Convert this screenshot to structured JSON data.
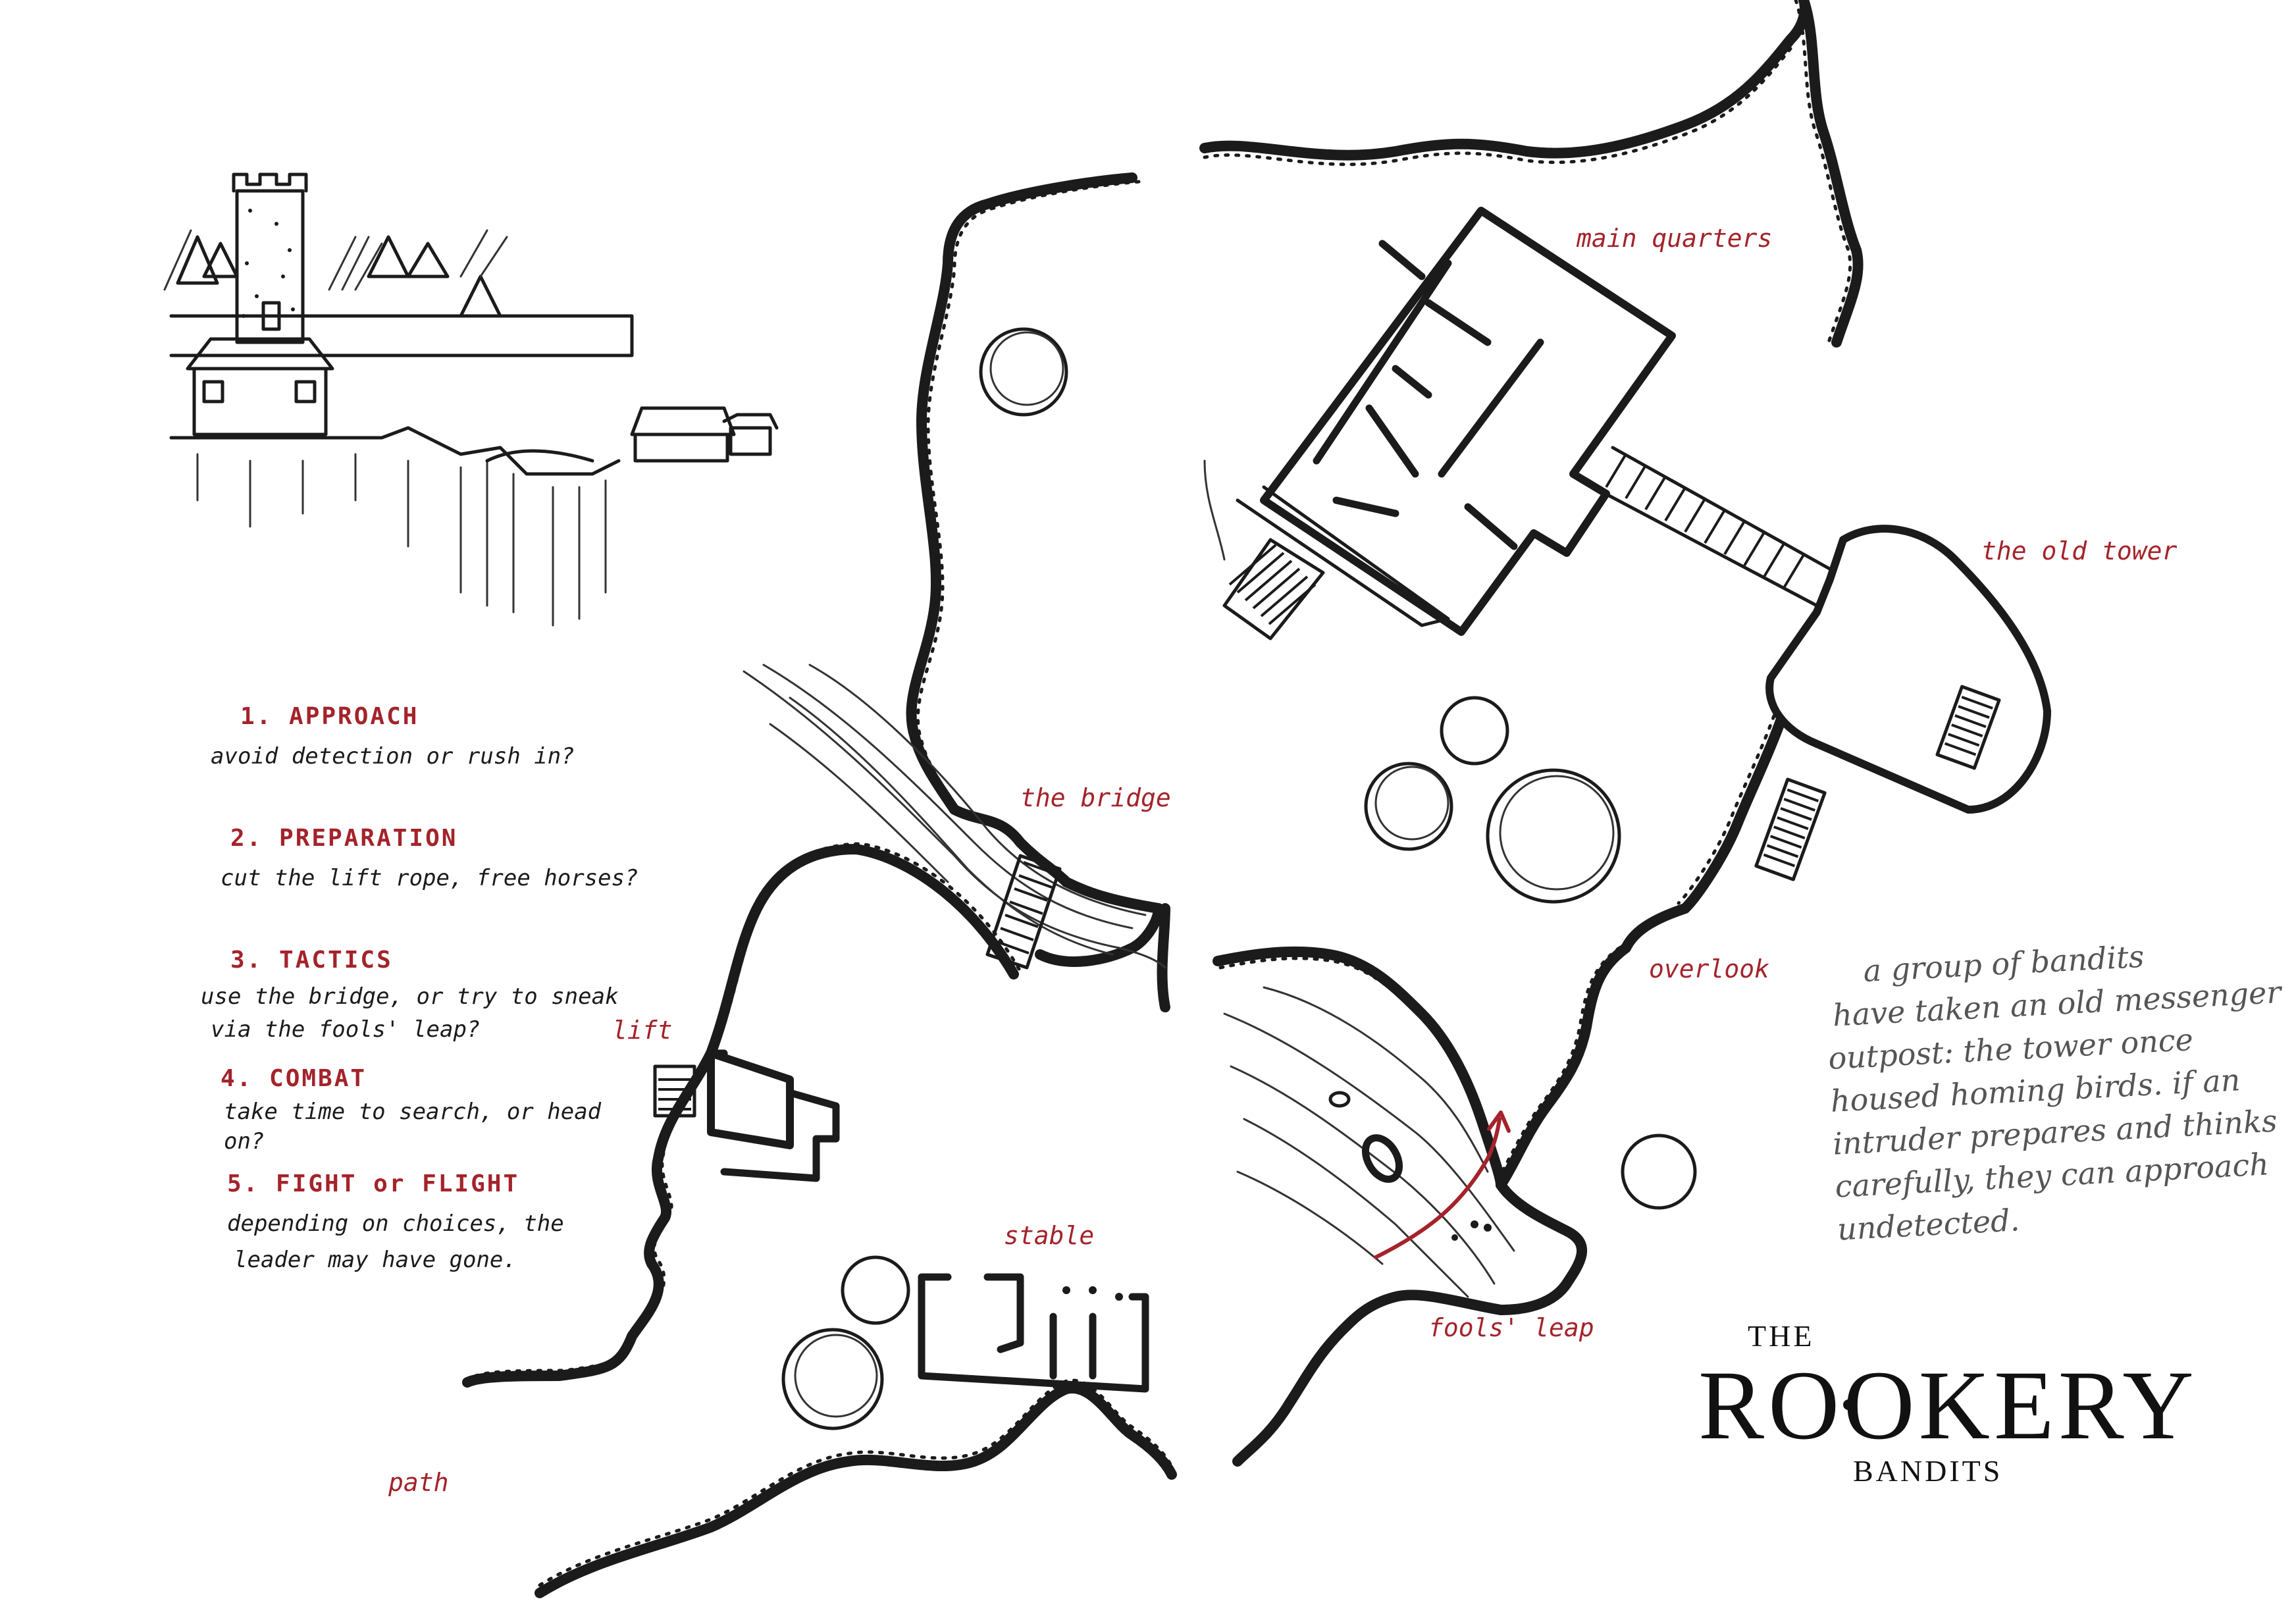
{
  "title": {
    "prefix": "THE",
    "name": "ROOKERY",
    "subtitle": "BANDITS"
  },
  "labels": {
    "main_quarters": "main quarters",
    "old_tower": "the old tower",
    "bridge": "the bridge",
    "lift": "lift",
    "overlook": "overlook",
    "stable": "stable",
    "fools_leap": "fools' leap",
    "path": "path"
  },
  "steps": [
    {
      "heading": "1. APPROACH",
      "text": [
        "avoid detection or rush in?"
      ]
    },
    {
      "heading": "2. PREPARATION",
      "text": [
        "cut the lift rope, free horses?"
      ]
    },
    {
      "heading": "3. TACTICS",
      "text": [
        "use the bridge, or try to sneak",
        "via the fools' leap?"
      ]
    },
    {
      "heading": "4. COMBAT",
      "text": [
        "take time to search, or head",
        "on?"
      ]
    },
    {
      "heading": "5. FIGHT or FLIGHT",
      "text": [
        "depending on choices, the",
        "leader may have gone."
      ]
    }
  ],
  "note": [
    "a group of bandits",
    "have taken an old messenger",
    "outpost: the tower once",
    "housed homing birds. if an",
    "intruder prepares and thinks",
    "carefully, they can approach",
    "undetected."
  ],
  "colors": {
    "ink": "#1b1b1b",
    "label_red": "#a4232b",
    "paper": "#ffffff"
  }
}
